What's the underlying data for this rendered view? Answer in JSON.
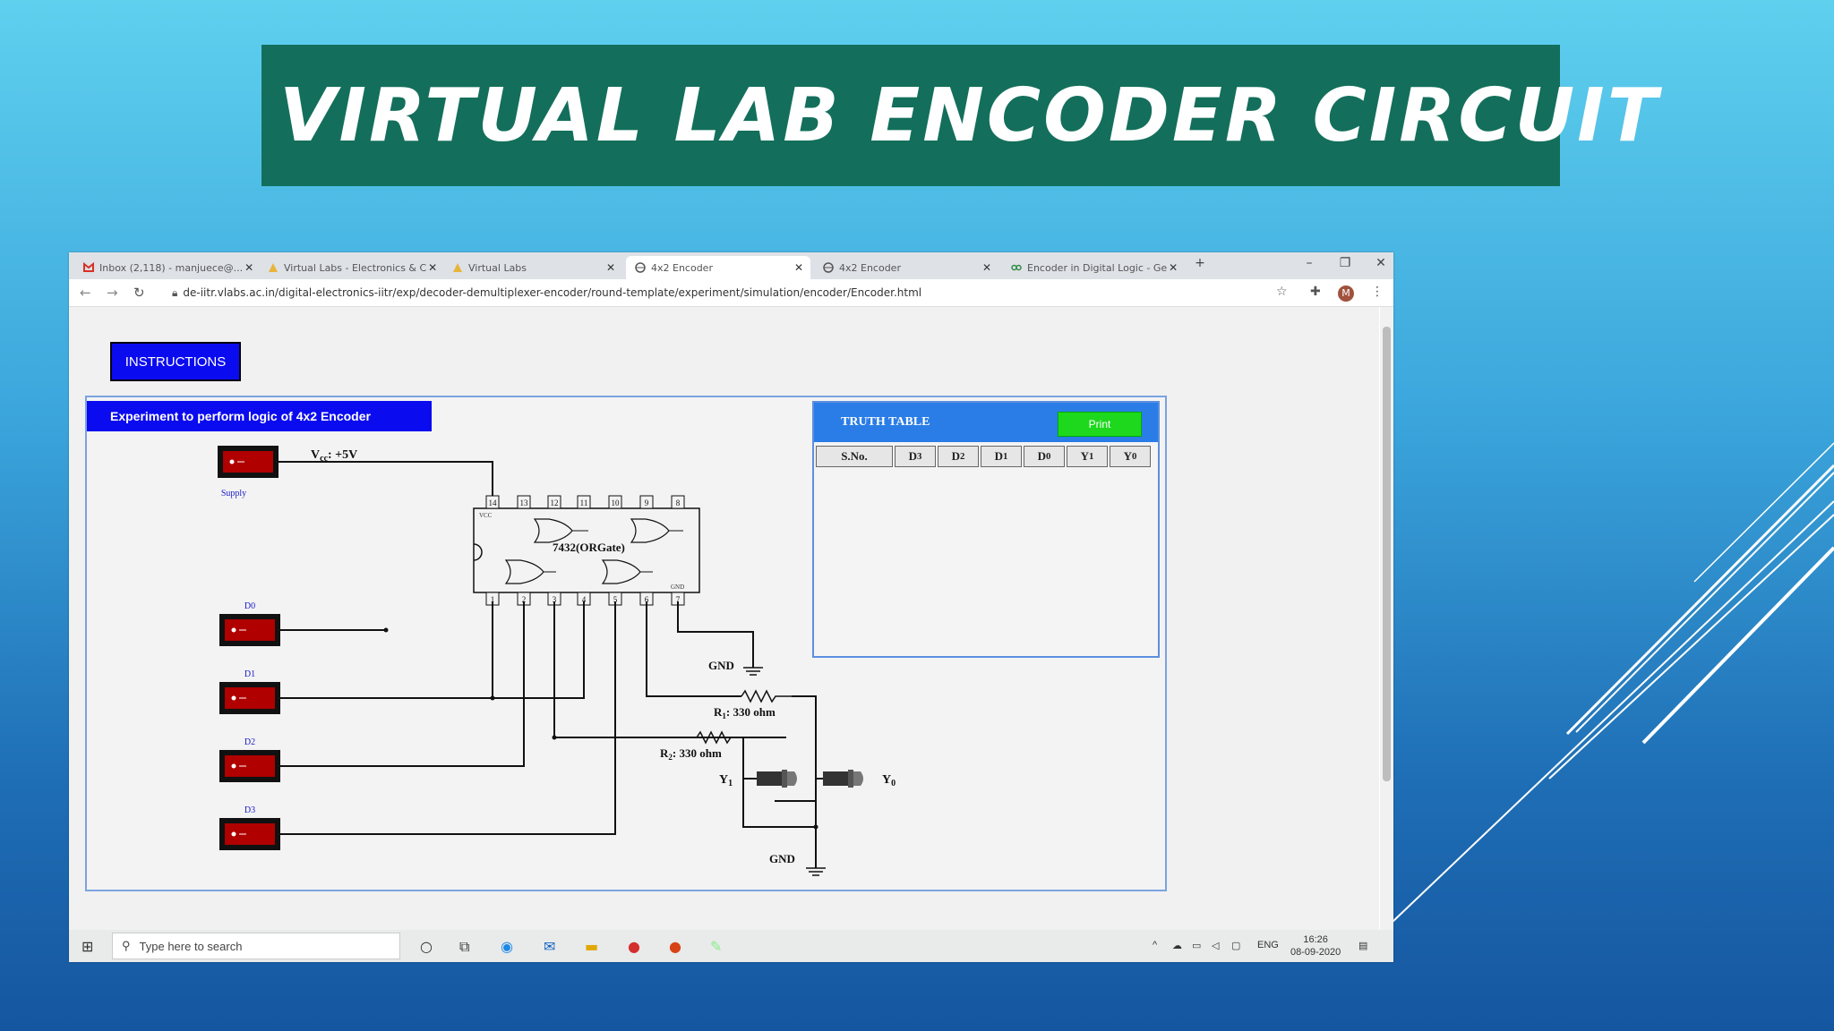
{
  "slide": {
    "title": "VIRTUAL LAB  ENCODER CIRCUIT"
  },
  "browser": {
    "tabs": [
      {
        "label": "Inbox (2,118) - manjuece@...",
        "icon": "gmail-icon"
      },
      {
        "label": "Virtual Labs - Electronics & C",
        "icon": "virtual-labs-icon"
      },
      {
        "label": "Virtual Labs",
        "icon": "virtual-labs-icon"
      },
      {
        "label": "4x2 Encoder",
        "icon": "globe-icon"
      },
      {
        "label": "4x2 Encoder",
        "icon": "globe-icon"
      },
      {
        "label": "Encoder in Digital Logic - Ge",
        "icon": "geeks-icon"
      }
    ],
    "url": "de-iitr.vlabs.ac.in/digital-electronics-iitr/exp/decoder-demultiplexer-encoder/round-template/experiment/simulation/encoder/Encoder.html",
    "avatar_letter": "M"
  },
  "lab": {
    "instructions_label": "INSTRUCTIONS",
    "experiment_title": "Experiment to perform logic of 4x2 Encoder",
    "supply_label": "Supply",
    "vcc_label": "V",
    "vcc_sub": "cc",
    "vcc_value": ": +5V",
    "switches": [
      "D0",
      "D1",
      "D2",
      "D3"
    ],
    "chip_label": "7432(ORGate)",
    "pins_top": [
      "14",
      "13",
      "12",
      "11",
      "10",
      "9",
      "8"
    ],
    "pins_bottom": [
      "1",
      "2",
      "3",
      "4",
      "5",
      "6",
      "7"
    ],
    "chip_vcc": "VCC",
    "chip_gnd": "GND",
    "gnd_label": "GND",
    "r1_label": "R",
    "r1_sub": "1",
    "r1_value": ": 330 ohm",
    "r2_label": "R",
    "r2_sub": "2",
    "r2_value": ": 330 ohm",
    "y1_label": "Y",
    "y1_sub": "1",
    "y0_label": "Y",
    "y0_sub": "0",
    "gnd2_label": "GND"
  },
  "truth_table": {
    "title": "TRUTH TABLE",
    "print_label": "Print",
    "columns": [
      {
        "main": "S.No.",
        "sub": ""
      },
      {
        "main": "D",
        "sub": "3"
      },
      {
        "main": "D",
        "sub": "2"
      },
      {
        "main": "D",
        "sub": "1"
      },
      {
        "main": "D",
        "sub": "0"
      },
      {
        "main": "Y",
        "sub": "1"
      },
      {
        "main": "Y",
        "sub": "0"
      }
    ]
  },
  "taskbar": {
    "search_placeholder": "Type here to search",
    "lang": "ENG",
    "time": "16:26",
    "date": "08-09-2020"
  },
  "colors": {
    "banner": "#136f5b",
    "instructions_button": "#0b0bf0",
    "truth_table_header": "#2a7de6",
    "print_button": "#1ed81e"
  }
}
